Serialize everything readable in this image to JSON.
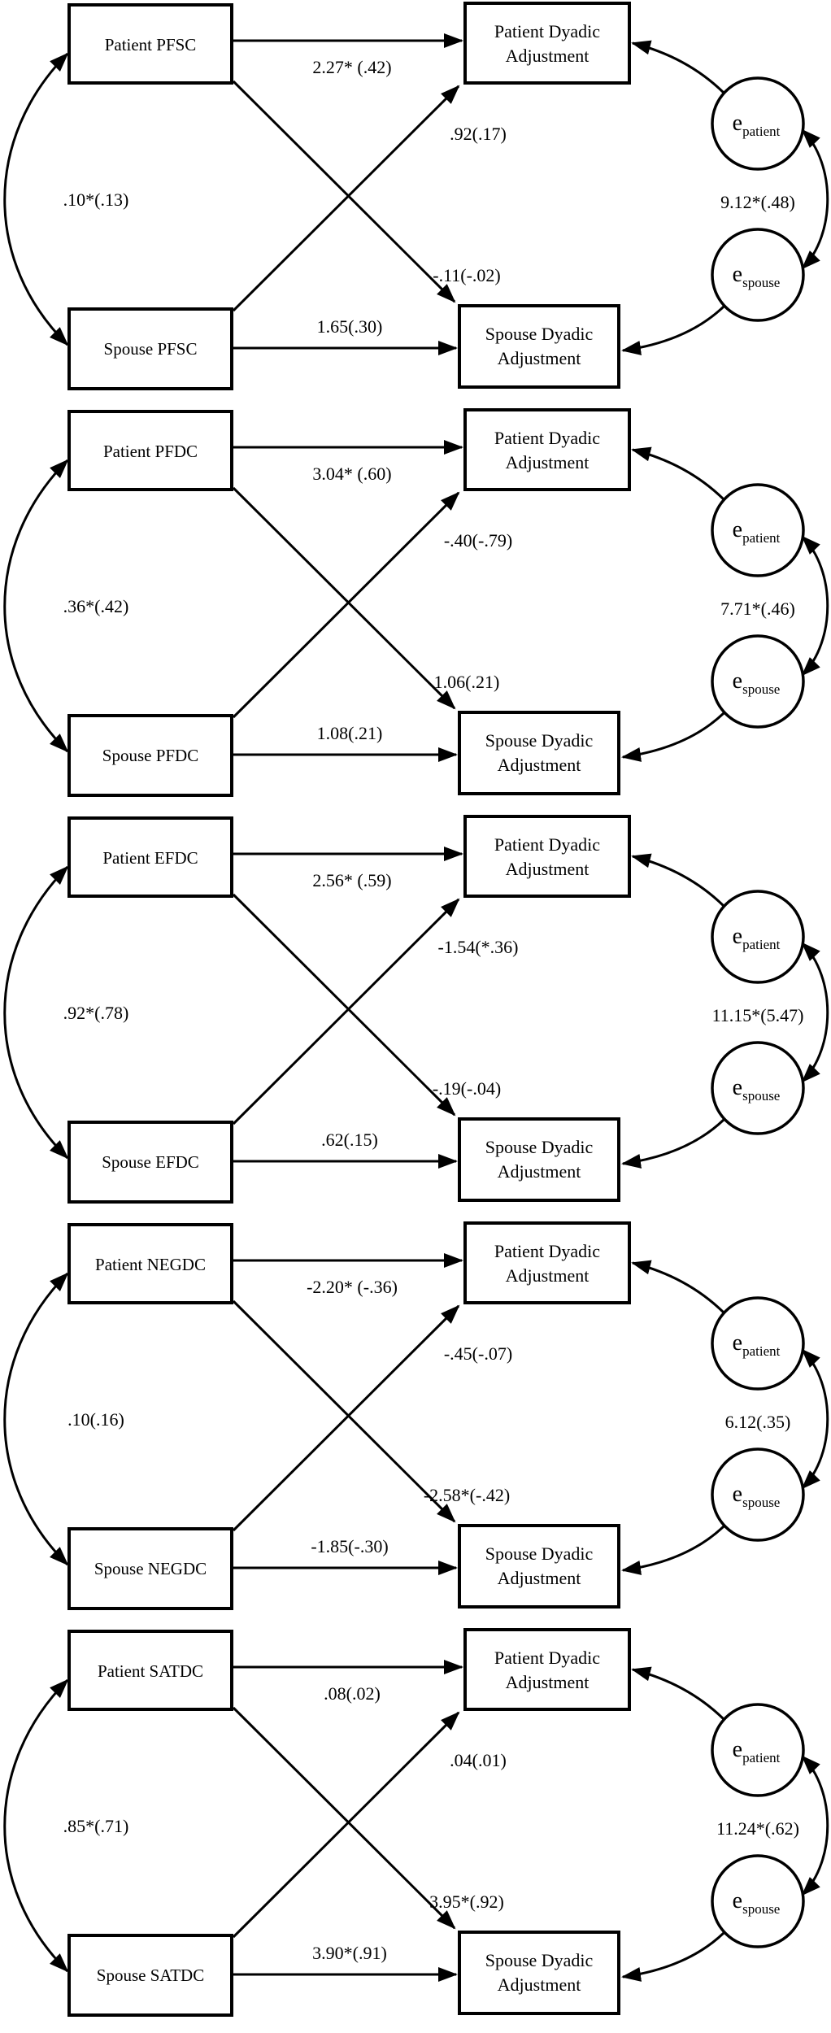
{
  "shared": {
    "patient_outcome": [
      "Patient Dyadic",
      "Adjustment"
    ],
    "spouse_outcome": [
      "Spouse Dyadic",
      "Adjustment"
    ],
    "e_base": "e",
    "e_patient_sub": "patient",
    "e_spouse_sub": "spouse"
  },
  "colors": {
    "line": "#000000",
    "background": "#ffffff"
  },
  "panels": [
    {
      "name": "PFSC",
      "patient_predictor": "Patient PFSC",
      "spouse_predictor": "Spouse PFSC",
      "coefficients": {
        "patient_actor": "2.27* (.42)",
        "spouse_to_patient_partner": ".92(.17)",
        "patient_to_spouse_partner": "-.11(-.02)",
        "spouse_actor": "1.65(.30)",
        "predictor_correlation": ".10*(.13)",
        "error_correlation": "9.12*(.48)"
      }
    },
    {
      "name": "PFDC",
      "patient_predictor": "Patient PFDC",
      "spouse_predictor": "Spouse PFDC",
      "coefficients": {
        "patient_actor": "3.04* (.60)",
        "spouse_to_patient_partner": "-.40(-.79)",
        "patient_to_spouse_partner": "1.06(.21)",
        "spouse_actor": "1.08(.21)",
        "predictor_correlation": ".36*(.42)",
        "error_correlation": "7.71*(.46)"
      }
    },
    {
      "name": "EFDC",
      "patient_predictor": "Patient EFDC",
      "spouse_predictor": "Spouse EFDC",
      "coefficients": {
        "patient_actor": "2.56* (.59)",
        "spouse_to_patient_partner": "-1.54(*.36)",
        "patient_to_spouse_partner": "-.19(-.04)",
        "spouse_actor": ".62(.15)",
        "predictor_correlation": ".92*(.78)",
        "error_correlation": "11.15*(5.47)"
      }
    },
    {
      "name": "NEGDC",
      "patient_predictor": "Patient NEGDC",
      "spouse_predictor": "Spouse NEGDC",
      "coefficients": {
        "patient_actor": "-2.20* (-.36)",
        "spouse_to_patient_partner": "-.45(-.07)",
        "patient_to_spouse_partner": "-2.58*(-.42)",
        "spouse_actor": "-1.85(-.30)",
        "predictor_correlation": ".10(.16)",
        "error_correlation": "6.12(.35)"
      }
    },
    {
      "name": "SATDC",
      "patient_predictor": "Patient SATDC",
      "spouse_predictor": "Spouse SATDC",
      "coefficients": {
        "patient_actor": ".08(.02)",
        "spouse_to_patient_partner": ".04(.01)",
        "patient_to_spouse_partner": "3.95*(.92)",
        "spouse_actor": "3.90*(.91)",
        "predictor_correlation": ".85*(.71)",
        "error_correlation": "11.24*(.62)"
      }
    }
  ]
}
